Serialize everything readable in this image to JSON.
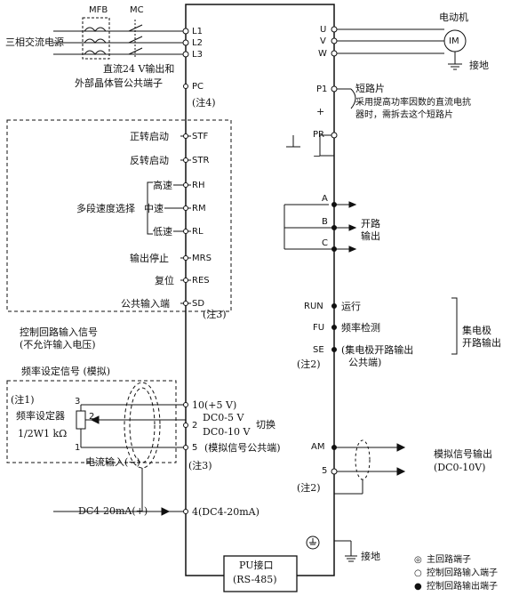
{
  "breakers": {
    "mfb": "MFB",
    "mc": "MC"
  },
  "power_input": "三相交流电源",
  "motor": {
    "title": "电动机",
    "symbol": "IM",
    "ground": "接地"
  },
  "main_terminals": {
    "l1": "L1",
    "l2": "L2",
    "l3": "L3",
    "u": "U",
    "v": "V",
    "w": "W"
  },
  "pc": {
    "desc_line1": "直流24 V输出和",
    "desc_line2": "外部晶体管公共端子",
    "terminal": "PC",
    "note": "(注4)"
  },
  "left_inputs": [
    {
      "desc": "正转启动",
      "terminal": "STF"
    },
    {
      "desc": "反转启动",
      "terminal": "STR"
    },
    {
      "desc": "高速",
      "terminal": "RH"
    },
    {
      "desc": "中速",
      "terminal": "RM"
    },
    {
      "desc": "低速",
      "terminal": "RL"
    },
    {
      "desc": "输出停止",
      "terminal": "MRS"
    },
    {
      "desc": "复位",
      "terminal": "RES"
    },
    {
      "desc": "公共输入端",
      "terminal": "SD"
    }
  ],
  "multi_speed_label": "多段速度选择",
  "sd_note": "(注3)",
  "control_input_label_line1": "控制回路输入信号",
  "control_input_label_line2": "(不允许输入电压)",
  "freq_setting": {
    "title": "频率设定信号 (模拟)",
    "note": "(注1)",
    "device_line1": "频率设定器",
    "device_line2": "1/2W1 kΩ",
    "pin3": "3",
    "pin2": "2",
    "pin1": "1",
    "t10": "10(+5 V)",
    "t2_line1": "DC0-5 V",
    "t2_line2": "DC0-10 V",
    "switch": "切换",
    "t2": "2",
    "t5": "5",
    "t5_desc": "(模拟信号公共端)",
    "current_input": "电流输入(−)",
    "t5_note": "(注3)",
    "t4_input": "DC4-20mA(+)",
    "t4": "4(DC4-20mA)"
  },
  "right_side": {
    "p1": "P1",
    "plus": "+",
    "pr": "PR",
    "minus": "−",
    "short_piece_line1": "短路片",
    "short_piece_line2": "采用提高功率因数的直流电抗",
    "short_piece_line3": "器时，需拆去这个短路片",
    "a": "A",
    "b": "B",
    "c": "C",
    "contact_output_line1": "开路",
    "contact_output_line2": "输出",
    "run": "RUN",
    "run_desc": "运行",
    "fu": "FU",
    "fu_desc": "频率检测",
    "se": "SE",
    "se_desc_line1": "(集电极开路输出",
    "se_desc_line2": "公共端)",
    "se_note": "(注2)",
    "oc_line1": "集电极",
    "oc_line2": "开路输出",
    "am": "AM",
    "am5": "5",
    "analog_out_line1": "模拟信号输出",
    "analog_out_line2": "(DC0-10V)",
    "am_note": "(注2)",
    "ground": "接地"
  },
  "pu_port": {
    "line1": "PU接口",
    "line2": "(RS-485)"
  },
  "legend": [
    {
      "symbol": "◎",
      "text": "主回路端子"
    },
    {
      "symbol": "○",
      "text": "控制回路输入端子"
    },
    {
      "symbol": "●",
      "text": "控制回路输出端子"
    }
  ]
}
